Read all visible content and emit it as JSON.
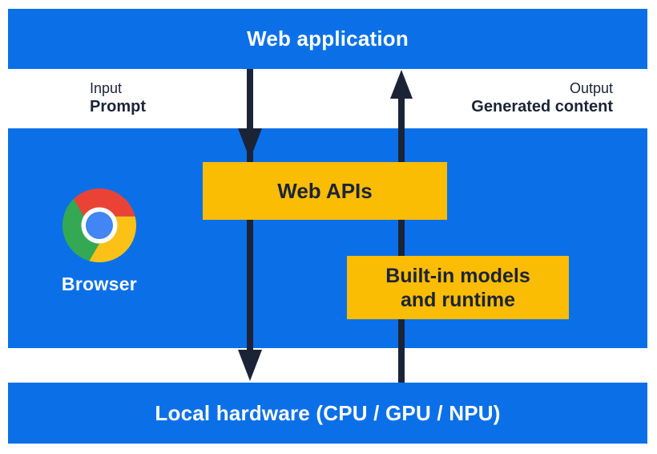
{
  "colors": {
    "blue": "#0B70E8",
    "yellow": "#FBBC04",
    "navy": "#1B2437",
    "white": "#FFFFFF",
    "chrome_red": "#EA4335",
    "chrome_green": "#34A853",
    "chrome_yellow": "#FBC116",
    "chrome_blue": "#4285F4"
  },
  "top_bar": {
    "label": "Web application"
  },
  "io": {
    "input_title": "Input",
    "input_value": "Prompt",
    "output_title": "Output",
    "output_value": "Generated content"
  },
  "browser": {
    "label": "Browser",
    "web_apis": "Web APIs",
    "builtin_line1": "Built-in models",
    "builtin_line2": "and runtime"
  },
  "bottom_bar": {
    "label": "Local hardware (CPU / GPU / NPU)"
  },
  "icons": {
    "browser_icon": "chrome-logo-icon"
  },
  "arrows": {
    "down_arrow_meaning": "Prompt flows from web application through Web APIs to local hardware",
    "up_arrow_meaning": "Generated content flows from local hardware through built-in models and runtime to web application"
  }
}
